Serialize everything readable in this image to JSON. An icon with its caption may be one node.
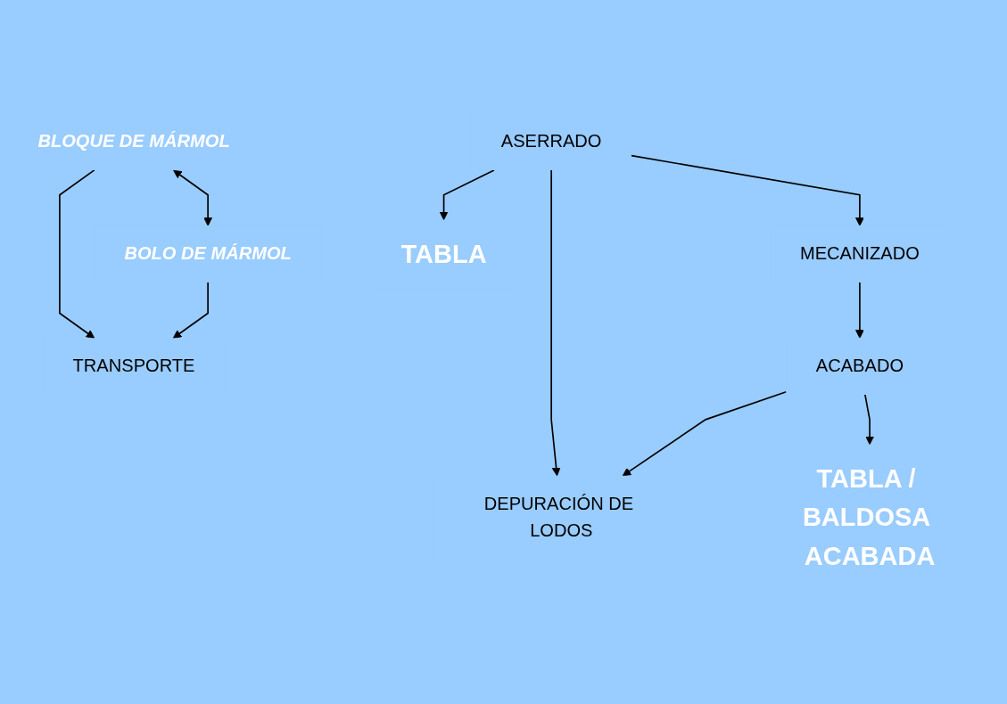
{
  "diagram": {
    "nodes": [
      {
        "text": [
          "BLOQUE DE MÁRMOL"
        ]
      },
      {
        "text": [
          "BOLO DE MÁRMOL"
        ]
      },
      {
        "text": [
          "TRANSPORTE"
        ]
      },
      {
        "text": [
          "ASERRADO"
        ]
      },
      {
        "text": [
          "MECANIZADO"
        ]
      },
      {
        "text": [
          "ACABADO"
        ]
      },
      {
        "text": [
          "DEPURACIÓN DE LODOS"
        ]
      },
      {
        "text": [
          "TABLA"
        ]
      },
      {
        "text": [
          "TABLA / BALDOSA ACABADA"
        ]
      }
    ],
    "edges": [
      {
        "from": 0,
        "to": 1,
        "arrow": "both"
      },
      {
        "from": 0,
        "to": 2,
        "arrow": "to"
      },
      {
        "from": 1,
        "to": 2,
        "arrow": "to"
      },
      {
        "from": 3,
        "to": 7,
        "arrow": "to"
      },
      {
        "from": 3,
        "to": 4,
        "arrow": "to"
      },
      {
        "from": 4,
        "to": 5,
        "arrow": "to"
      },
      {
        "from": 3,
        "to": 6,
        "arrow": "to"
      },
      {
        "from": 5,
        "to": 6,
        "arrow": "to"
      },
      {
        "from": 5,
        "to": 8,
        "arrow": "to"
      }
    ]
  }
}
